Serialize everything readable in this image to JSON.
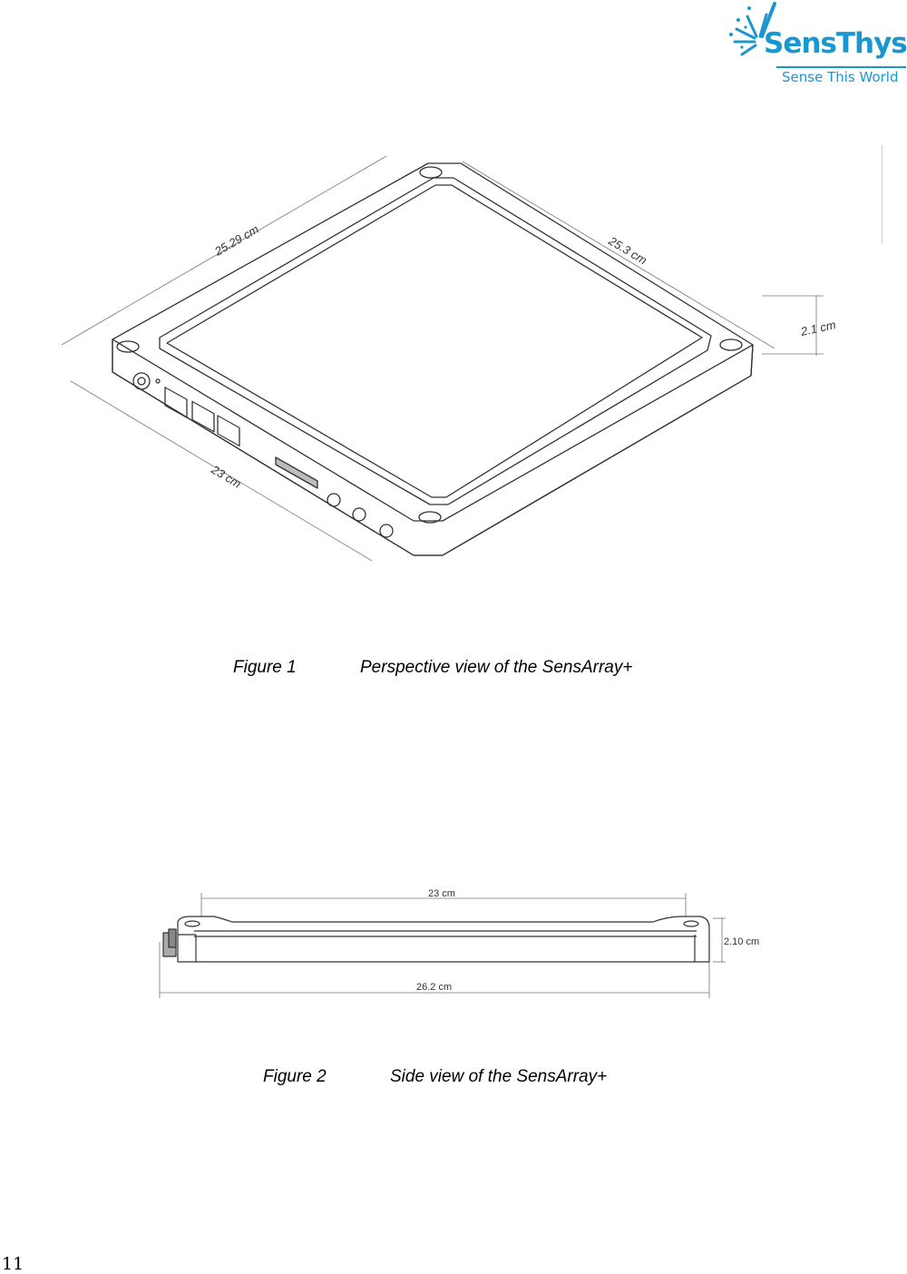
{
  "logo": {
    "brand": "SensThys",
    "tagline": "Sense This World",
    "color": "#1b97cf"
  },
  "figure1": {
    "dimensions": {
      "left_edge": "25.29 cm",
      "right_edge": "25.3 cm",
      "height": "2.1 cm",
      "front_edge": "23 cm"
    },
    "caption_number": "Figure 1",
    "caption_text": "Perspective view of the SensArray+"
  },
  "figure2": {
    "dimensions": {
      "top_width": "23 cm",
      "height": "2.10 cm",
      "overall_width": "26.2 cm"
    },
    "caption_number": "Figure 2",
    "caption_text": "Side view of the SensArray+"
  },
  "page_number": "11"
}
